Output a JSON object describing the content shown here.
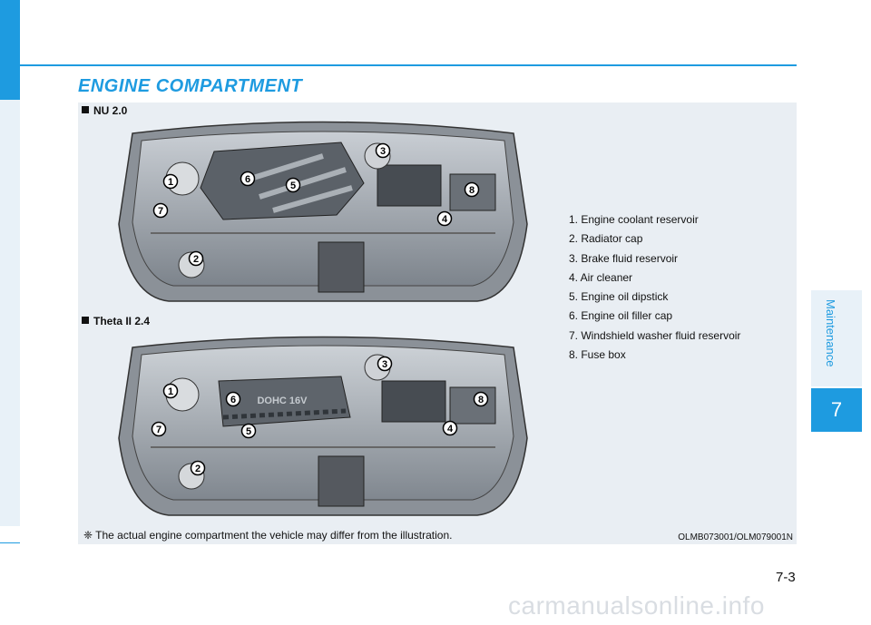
{
  "header": {
    "title": "ENGINE COMPARTMENT"
  },
  "sections": [
    {
      "label": "NU 2.0"
    },
    {
      "label": "Theta II 2.4"
    }
  ],
  "callouts": [
    "1",
    "2",
    "3",
    "4",
    "5",
    "6",
    "7",
    "8"
  ],
  "engine_cover_text": "DOHC 16V",
  "legend": [
    "1. Engine coolant reservoir",
    "2. Radiator cap",
    "3. Brake fluid reservoir",
    "4. Air cleaner",
    "5. Engine oil dipstick",
    "6. Engine oil filler cap",
    "7. Windshield washer fluid reservoir",
    "8. Fuse box"
  ],
  "note": "❈ The actual engine compartment the vehicle may differ from the illustration.",
  "figure_code": "OLMB073001/OLM079001N",
  "sidebar": {
    "chapter_title": "Maintenance",
    "chapter_number": "7"
  },
  "footer": {
    "page_number": "7-3",
    "watermark": "carmanualsonline.info"
  },
  "colors": {
    "accent": "#1e9be0",
    "panel": "#e9eef3",
    "tab": "#e8f1f8"
  }
}
